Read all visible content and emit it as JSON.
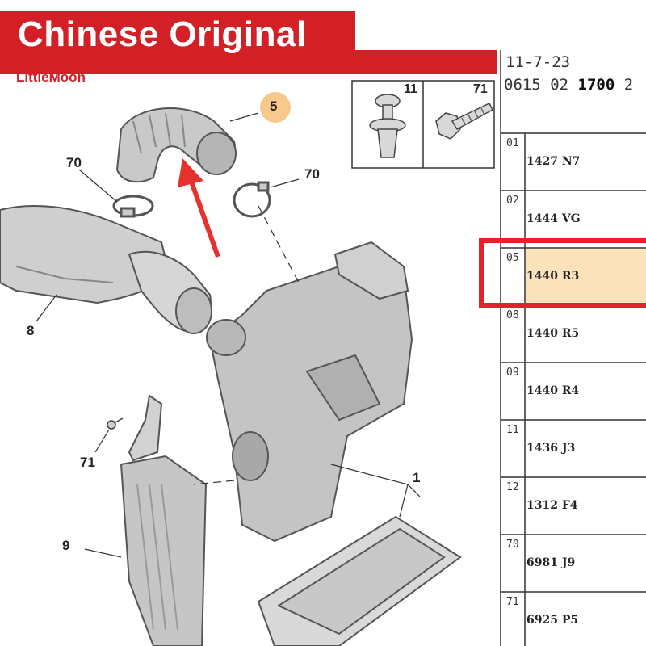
{
  "banner": {
    "text": "Chinese Original",
    "brand": "LittleMoon"
  },
  "header": {
    "line1": "11-7-23",
    "line2_prefix": "0615 02 ",
    "line2_bold": "1700",
    "line2_suffix": " 2"
  },
  "callouts": {
    "hose": "5",
    "clamp_left": "70",
    "clamp_right": "70",
    "duct": "8",
    "filter_box": "1",
    "screw_left": "71",
    "inlet_duct": "9",
    "push_clip": "11",
    "bolt": "71"
  },
  "parts_table": {
    "rows": [
      {
        "no": "01",
        "code": "1427 N7"
      },
      {
        "no": "02",
        "code": "1444 VG"
      },
      {
        "no": "05",
        "code": "1440 R3",
        "highlighted": true
      },
      {
        "no": "08",
        "code": "1440 R5"
      },
      {
        "no": "09",
        "code": "1440 R4"
      },
      {
        "no": "11",
        "code": "1436 J3"
      },
      {
        "no": "12",
        "code": "1312 F4"
      },
      {
        "no": "70",
        "code": "6981 J9"
      },
      {
        "no": "71",
        "code": "6925 P5"
      }
    ]
  },
  "colors": {
    "banner": "#d31f26",
    "highlight_fill": "#fde3bc",
    "highlight_border": "#e0242a",
    "callout_circle": "#f7c98a"
  },
  "icons": [
    "push-clip-icon",
    "screw-bolt-icon",
    "red-arrow-icon"
  ]
}
